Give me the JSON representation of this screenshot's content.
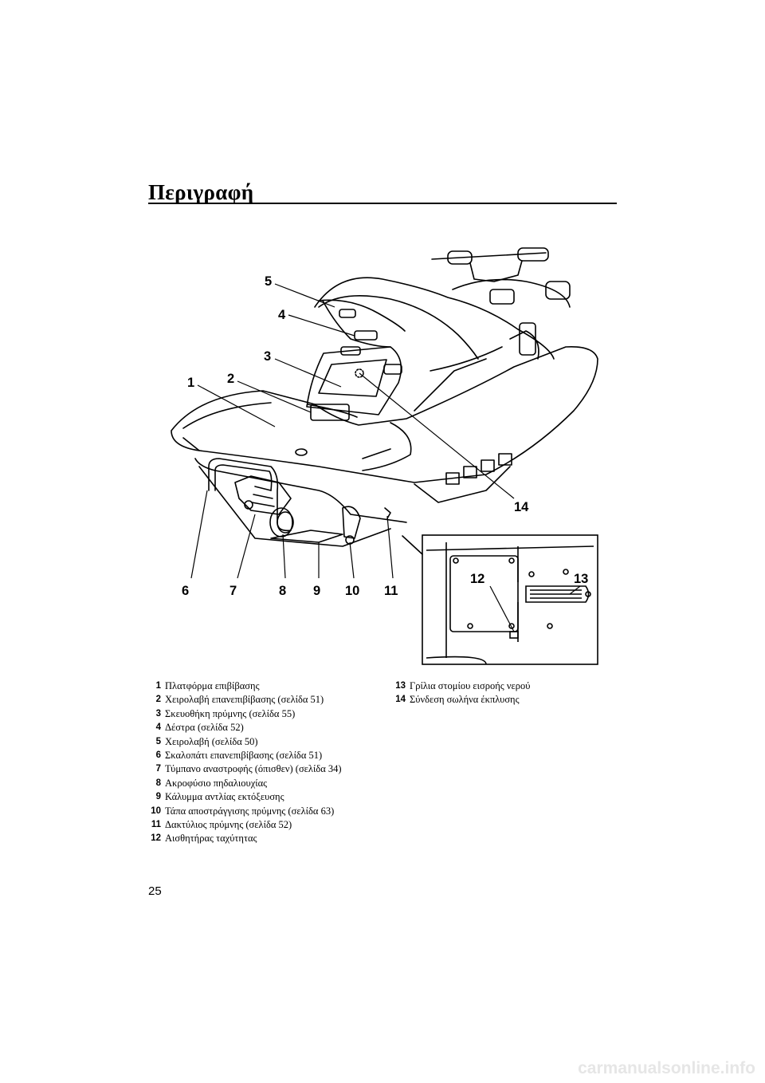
{
  "page": {
    "title": "Περιγραφή",
    "page_number": "25",
    "watermark": "carmanualsonline.info"
  },
  "figure": {
    "callouts": [
      "1",
      "2",
      "3",
      "4",
      "5",
      "6",
      "7",
      "8",
      "9",
      "10",
      "11",
      "12",
      "13",
      "14"
    ]
  },
  "legend": {
    "left": [
      {
        "num": "1",
        "text": "Πλατφόρμα επιβίβασης"
      },
      {
        "num": "2",
        "text": "Χειρολαβή επανεπιβίβασης (σελίδα 51)"
      },
      {
        "num": "3",
        "text": "Σκευοθήκη πρύμνης (σελίδα 55)"
      },
      {
        "num": "4",
        "text": "Δέστρα (σελίδα 52)"
      },
      {
        "num": "5",
        "text": "Χειρολαβή (σελίδα 50)"
      },
      {
        "num": "6",
        "text": "Σκαλοπάτι επανεπιβίβασης (σελίδα 51)"
      },
      {
        "num": "7",
        "text": "Τύμπανο αναστροφής (όπισθεν) (σελίδα 34)"
      },
      {
        "num": "8",
        "text": "Ακροφύσιο πηδαλιουχίας"
      },
      {
        "num": "9",
        "text": "Κάλυμμα αντλίας εκτόξευσης"
      },
      {
        "num": "10",
        "text": "Τάπα αποστράγγισης πρύμνης (σελίδα 63)"
      },
      {
        "num": "11",
        "text": "Δακτύλιος πρύμνης (σελίδα 52)"
      },
      {
        "num": "12",
        "text": "Αισθητήρας ταχύτητας"
      }
    ],
    "right": [
      {
        "num": "13",
        "text": "Γρίλια στομίου εισροής νερού"
      },
      {
        "num": "14",
        "text": "Σύνδεση σωλήνα έκπλυσης"
      }
    ]
  }
}
